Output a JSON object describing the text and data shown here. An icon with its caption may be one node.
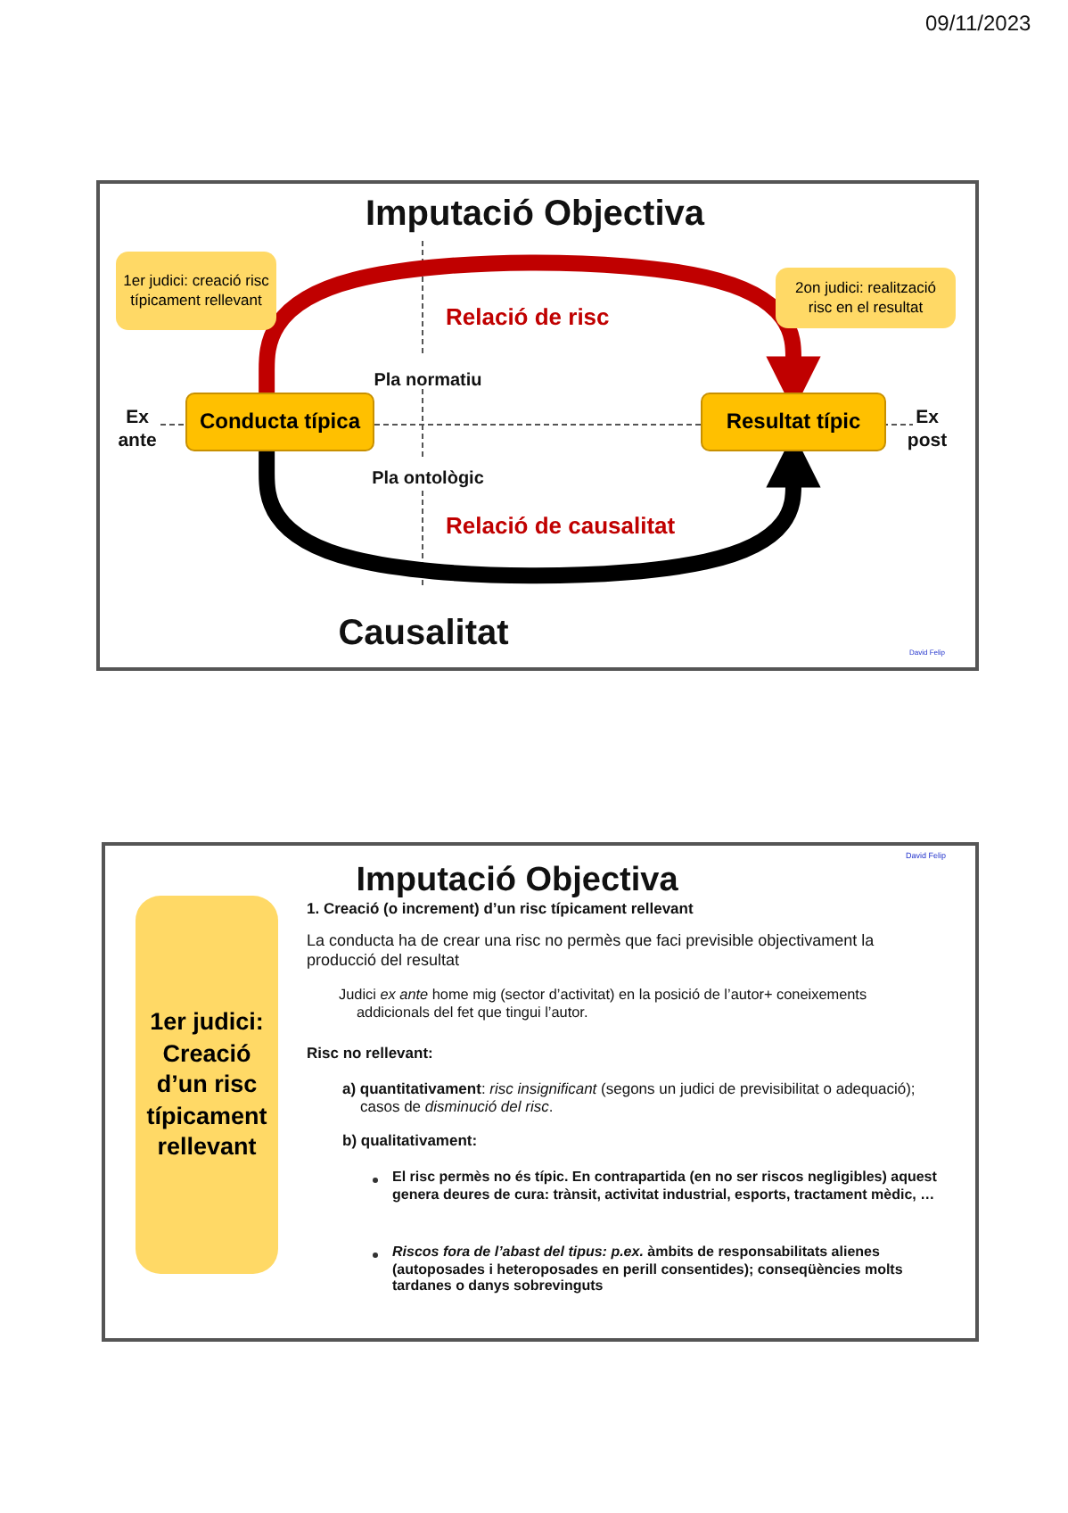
{
  "diagram": {
    "nodes": [
      {
        "text": [
          "Conducta típica"
        ]
      },
      {
        "text": [
          "Resultat típic"
        ]
      },
      {
        "text": [
          "1er judici: creació risc típicament rellevant"
        ]
      },
      {
        "text": [
          "2on judici: realització risc en el resultat"
        ]
      },
      {
        "text": [
          "1er judici: Creació d’un risc típicament rellevant"
        ]
      }
    ],
    "edges": [
      {
        "from": 0,
        "to": 1,
        "arrow": "to",
        "label": "Relació de risc",
        "color": "#c00000"
      },
      {
        "from": 0,
        "to": 1,
        "arrow": "to",
        "label": "Relació de causalitat",
        "color": "#000000"
      },
      {
        "from": 0,
        "to": 1,
        "arrow": "none",
        "style": "dashed",
        "color": "#555555"
      }
    ],
    "labels": [
      "09/11/2023",
      "Imputació Objectiva",
      "Ex ante",
      "Pla normatiu",
      "Ex post",
      "Pla ontològic",
      "Causalitat",
      "David Felip",
      "David Felip",
      "Imputació Objectiva",
      "1. Creació (o increment) d’un risc típicament rellevant",
      "La conducta ha de crear una risc no permès que faci previsible objectivament la producció del resultat",
      "Judici *ex ante* home mig (sector d’activitat) en la posició de l’autor+ coneixements addicionals del fet que tingui l’autor.",
      "Risc no rellevant:",
      "**a) quantitativament**: *risc insignificant* (segons un judici de previsibilitat o adequació); casos de *disminució del risc*.",
      "b) qualitativament:",
      "El risc permès no és típic. En contrapartida (en no ser riscos negligibles) aquest genera deures de cura: trànsit, activitat industrial, esports, tractament mèdic, …",
      "*Riscos fora de l’abast del tipus: p.ex.* àmbits de responsabilitats alienes (autoposades i heteroposades en perill consentides); conseqüències molts tardanes o danys sobrevinguts"
    ]
  }
}
